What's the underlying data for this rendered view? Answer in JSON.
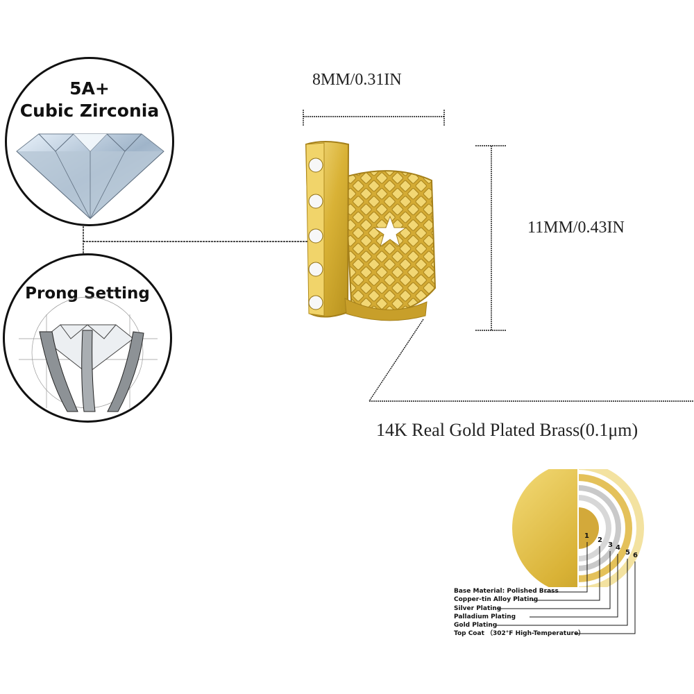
{
  "features": {
    "zirconia": {
      "line1": "5A+",
      "line2": "Cubic Zirconia"
    },
    "prong": {
      "title": "Prong Setting"
    }
  },
  "dimensions": {
    "width": "8MM/0.31IN",
    "height": "11MM/0.43IN"
  },
  "material": "14K Real Gold Plated Brass(0.1μm)",
  "layers": {
    "numbers": [
      "1",
      "2",
      "3",
      "4",
      "5",
      "6"
    ],
    "labels": [
      "Base Material: Polished Brass",
      "Copper-tin Alloy Plating",
      "Silver Plating",
      "Palladium Plating",
      "Gold Plating",
      "Top Coat （302°F High-Temperature）"
    ]
  },
  "colors": {
    "gold": "#d9b236",
    "gold_dark": "#b8921e",
    "gold_light": "#f4dc7a",
    "line": "#111111"
  },
  "icons": [
    "diamond-icon",
    "prong-setting-icon",
    "gold-grill-product",
    "plating-layers-icon"
  ]
}
